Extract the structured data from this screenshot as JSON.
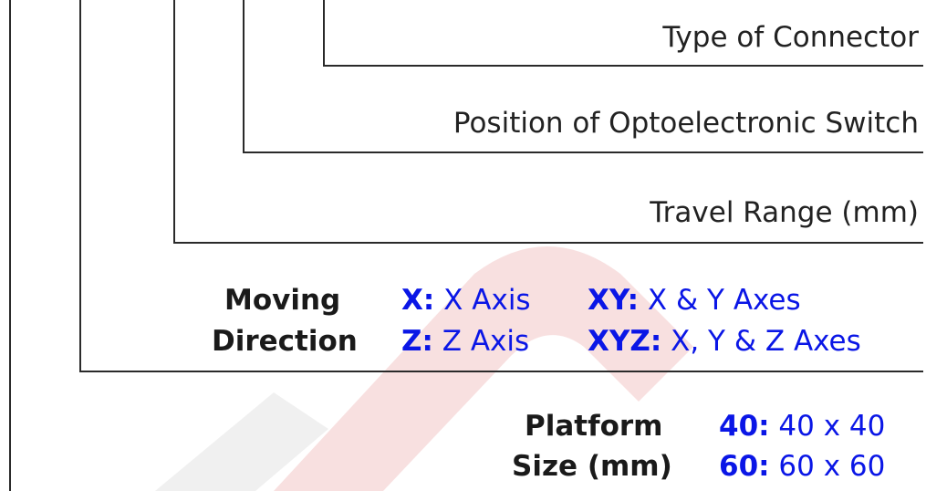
{
  "labels": {
    "connector": "Type of Connector",
    "switch_position": "Position of Optoelectronic Switch",
    "travel_range": "Travel Range (mm)"
  },
  "moving_direction": {
    "title_line1": "Moving",
    "title_line2": "Direction",
    "options": [
      {
        "code": "X:",
        "meaning": "X Axis"
      },
      {
        "code": "XY:",
        "meaning": "X & Y Axes"
      },
      {
        "code": "Z:",
        "meaning": "Z Axis"
      },
      {
        "code": "XYZ:",
        "meaning": "X, Y & Z Axes"
      }
    ]
  },
  "platform_size": {
    "title_line1": "Platform",
    "title_line2": "Size (mm)",
    "options": [
      {
        "code": "40:",
        "meaning": "40 x 40"
      },
      {
        "code": "60:",
        "meaning": "60 x 60"
      }
    ]
  },
  "colors": {
    "line": "#2a2a2a",
    "code_blue": "#0a16e6",
    "watermark": "#f6d6d6"
  }
}
